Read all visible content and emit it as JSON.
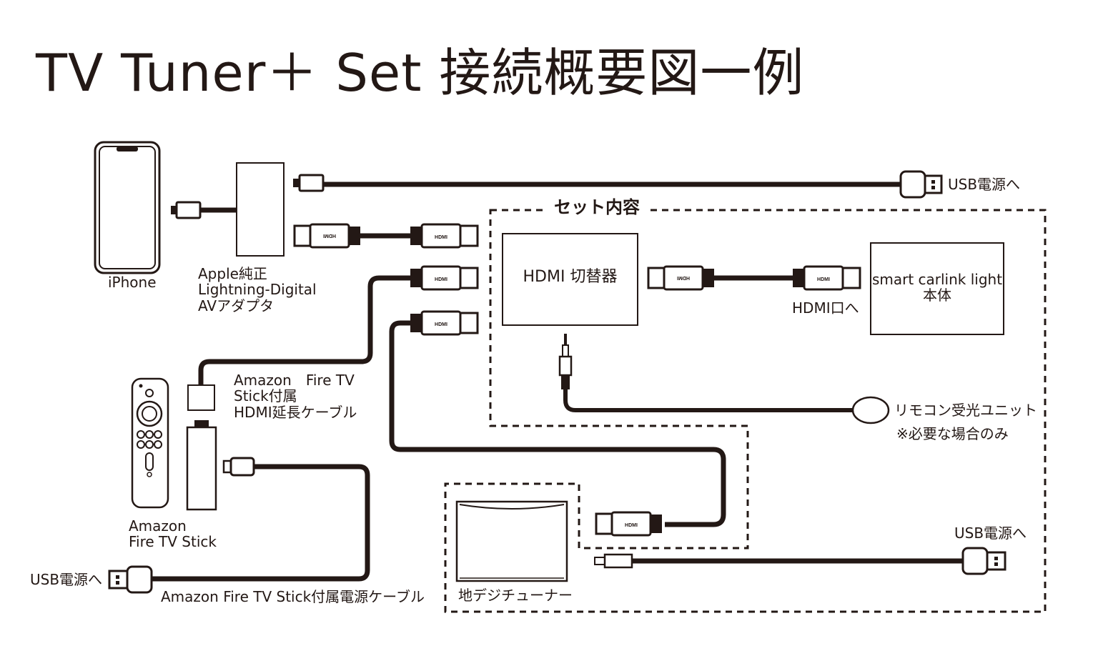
{
  "title": "TV Tuner＋ Set 接続概要図一例",
  "set_label": "セット内容",
  "labels": {
    "iphone": "iPhone",
    "adapter": [
      "Apple純正",
      "Lightning-Digital",
      "AVアダプタ"
    ],
    "hdmi_ext": [
      "Amazon　Fire TV",
      "Stick付属",
      "HDMI延長ケーブル"
    ],
    "fire_stick": [
      "Amazon",
      "Fire TV Stick"
    ],
    "usb_power_top": "USB電源へ",
    "usb_power_left": "USB電源へ",
    "usb_power_bottom": "USB電源へ",
    "power_cable": "Amazon Fire TV Stick付属電源ケーブル",
    "hdmi_switch": "HDMI 切替器",
    "carlink": [
      "smart carlink light",
      "本体"
    ],
    "hdmi_port": "HDMI口へ",
    "remote_unit": "リモコン受光ユニット",
    "remote_note": "※必要な場合のみ",
    "tuner": "地デジチューナー"
  },
  "hdmi_plug_text": "HDMI",
  "colors": {
    "ink": "#231815",
    "background": "#ffffff"
  }
}
